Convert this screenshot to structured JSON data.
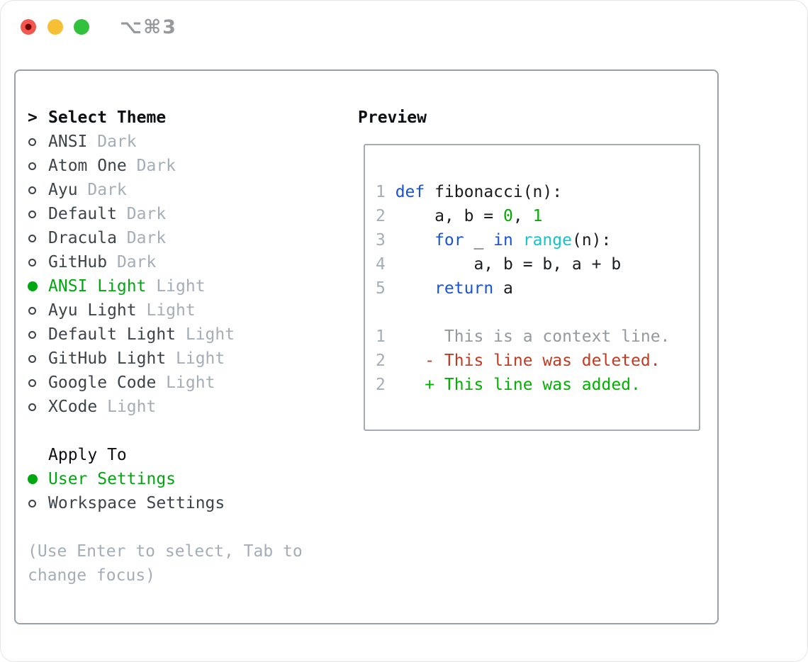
{
  "window": {
    "title": "⌥⌘3",
    "traffic_lights": [
      {
        "name": "close",
        "color": "#f2564f",
        "dot": "#700500"
      },
      {
        "name": "minimize",
        "color": "#f7bf33"
      },
      {
        "name": "maximize",
        "color": "#32c13c"
      }
    ]
  },
  "theme_panel": {
    "header_prefix": ">",
    "header_label": "Select Theme",
    "themes": [
      {
        "name": "ANSI",
        "variant": "Dark",
        "selected": false
      },
      {
        "name": "Atom One",
        "variant": "Dark",
        "selected": false
      },
      {
        "name": "Ayu",
        "variant": "Dark",
        "selected": false
      },
      {
        "name": "Default",
        "variant": "Dark",
        "selected": false
      },
      {
        "name": "Dracula",
        "variant": "Dark",
        "selected": false
      },
      {
        "name": "GitHub",
        "variant": "Dark",
        "selected": false
      },
      {
        "name": "ANSI Light",
        "variant": "Light",
        "selected": true
      },
      {
        "name": "Ayu Light",
        "variant": "Light",
        "selected": false
      },
      {
        "name": "Default Light",
        "variant": "Light",
        "selected": false
      },
      {
        "name": "GitHub Light",
        "variant": "Light",
        "selected": false
      },
      {
        "name": "Google Code",
        "variant": "Light",
        "selected": false
      },
      {
        "name": "XCode",
        "variant": "Light",
        "selected": false
      }
    ],
    "apply_to": {
      "label": "Apply To",
      "options": [
        {
          "label": "User Settings",
          "selected": true
        },
        {
          "label": "Workspace Settings",
          "selected": false
        }
      ]
    },
    "help_lines": [
      "(Use Enter to select, Tab to",
      "change focus)"
    ]
  },
  "preview": {
    "label": "Preview",
    "code_lines": [
      {
        "num": "1",
        "tokens": [
          [
            "kw",
            "def"
          ],
          [
            "pl",
            " fibonacci(n):"
          ]
        ]
      },
      {
        "num": "2",
        "tokens": [
          [
            "pl",
            "    a, b = "
          ],
          [
            "nm",
            "0"
          ],
          [
            "pl",
            ", "
          ],
          [
            "nm",
            "1"
          ]
        ]
      },
      {
        "num": "3",
        "tokens": [
          [
            "pl",
            "    "
          ],
          [
            "kw",
            "for"
          ],
          [
            "pl",
            " _ "
          ],
          [
            "kw",
            "in"
          ],
          [
            "pl",
            " "
          ],
          [
            "bi",
            "range"
          ],
          [
            "pl",
            "(n):"
          ]
        ]
      },
      {
        "num": "4",
        "tokens": [
          [
            "pl",
            "        a, b = b, a + b"
          ]
        ]
      },
      {
        "num": "5",
        "tokens": [
          [
            "pl",
            "    "
          ],
          [
            "kw",
            "return"
          ],
          [
            "pl",
            " a"
          ]
        ]
      }
    ],
    "diff_lines": [
      {
        "num": "1",
        "text": "     This is a context line.",
        "type": "context"
      },
      {
        "num": "2",
        "text": "   - This line was deleted.",
        "type": "deleted"
      },
      {
        "num": "2",
        "text": "   + This line was added.",
        "type": "added"
      }
    ]
  },
  "colors": {
    "keyword": "#1a53d8",
    "number": "#03ab03",
    "builtin": "#18c2c9",
    "plain": "#1a1c1f",
    "line_number": "#a4adb8",
    "context": "#94999e",
    "deleted": "#c43a20",
    "added": "#00b100",
    "selected_green": "#00a80f",
    "muted": "#a4adb8",
    "text": "#3d434b",
    "header": "#0e1013"
  }
}
